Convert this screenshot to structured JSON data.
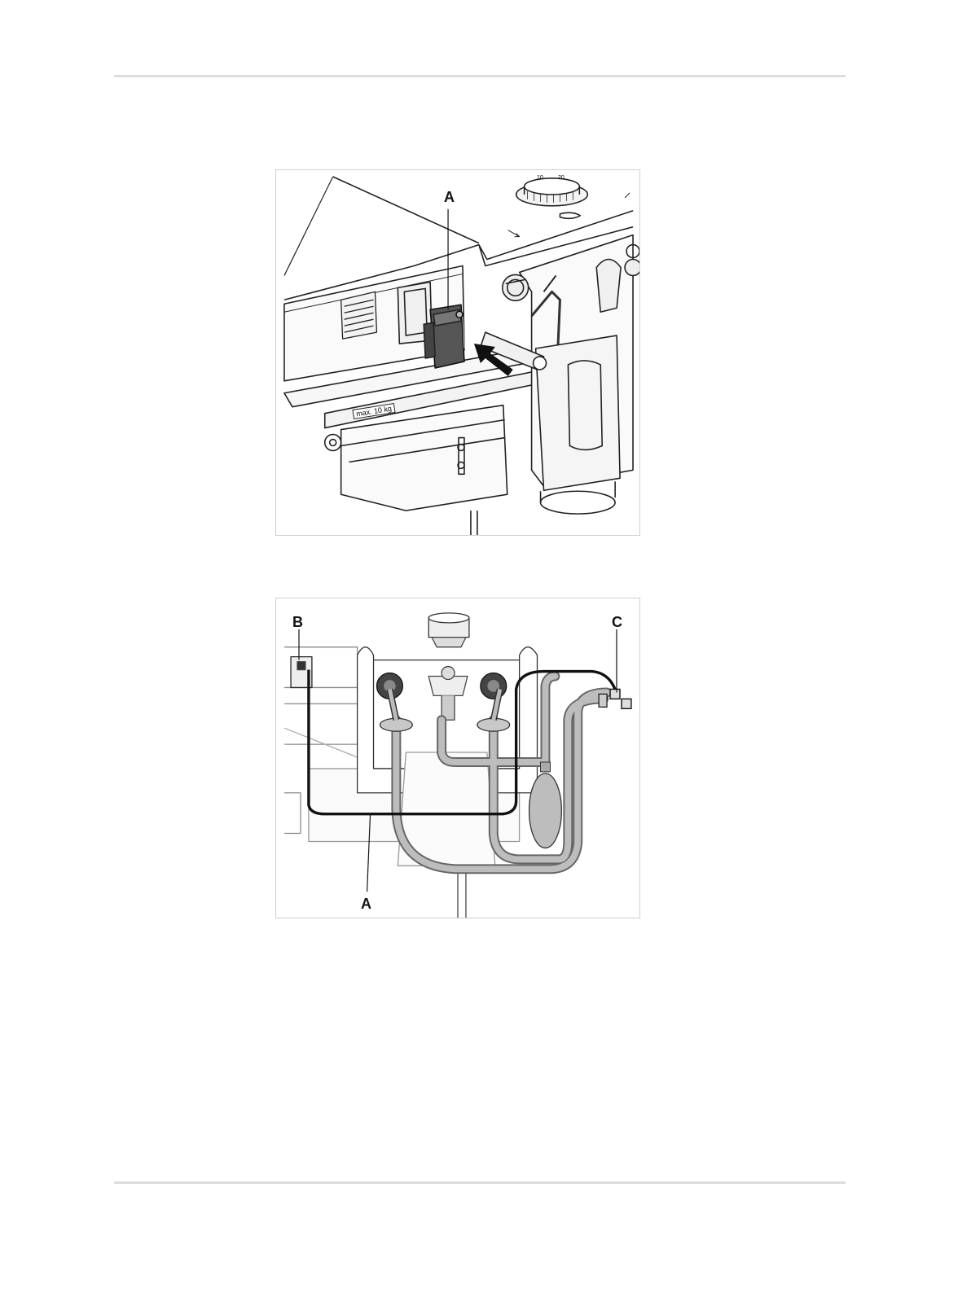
{
  "figure_1": {
    "callout_a": "A",
    "tray_label": "max. 10 kg",
    "dial_labels": [
      "10",
      "20"
    ]
  },
  "figure_2": {
    "callout_a": "A",
    "callout_b": "B",
    "callout_c": "C"
  },
  "colors": {
    "rule": "#dcdcdc",
    "frame": "#cfcfcf",
    "line_art": "#222222",
    "hose_gray": "#b9b9b9",
    "cable_black": "#111111"
  }
}
